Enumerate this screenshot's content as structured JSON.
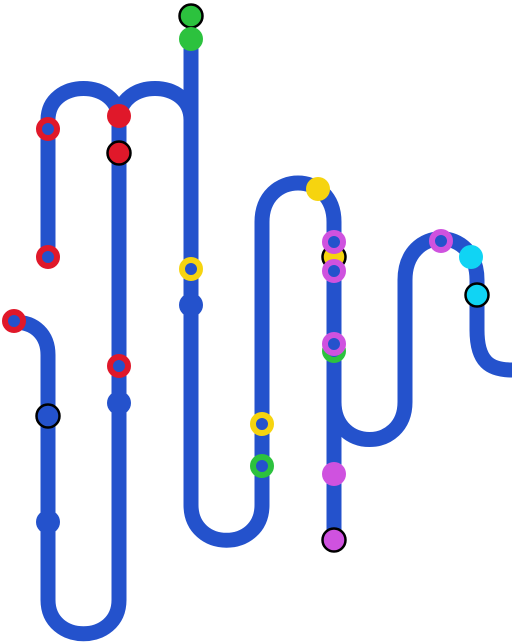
{
  "colors": {
    "background": "#ffffff",
    "route": "#2452cc",
    "outline": "#000000",
    "red": "#e0182a",
    "green": "#2cc23e",
    "yellow": "#f6d40f",
    "purple": "#cf52df",
    "cyan": "#10d4f4",
    "blue": "#2452cc"
  },
  "route": {
    "name": "blue-route"
  },
  "markers": [
    {
      "name": "marker-green-solid-outlined-top",
      "color": "green",
      "style": "solid-outlined"
    },
    {
      "name": "marker-green-solid-top",
      "color": "green",
      "style": "solid"
    },
    {
      "name": "marker-red-ring-left-upper",
      "color": "red",
      "style": "ring"
    },
    {
      "name": "marker-red-ring-left-lower",
      "color": "red",
      "style": "ring"
    },
    {
      "name": "marker-red-solid-middle",
      "color": "red",
      "style": "solid"
    },
    {
      "name": "marker-red-solid-outlined-middle",
      "color": "red",
      "style": "solid-outlined"
    },
    {
      "name": "marker-yellow-ring-upper",
      "color": "yellow",
      "style": "ring"
    },
    {
      "name": "marker-blue-dot-upper",
      "color": "blue",
      "style": "solid"
    },
    {
      "name": "marker-red-ring-entry",
      "color": "red",
      "style": "ring"
    },
    {
      "name": "marker-red-ring-middle-lower",
      "color": "red",
      "style": "ring"
    },
    {
      "name": "marker-blue-dot-middle",
      "color": "blue",
      "style": "solid"
    },
    {
      "name": "marker-blue-solid-outlined",
      "color": "blue",
      "style": "solid-outlined"
    },
    {
      "name": "marker-blue-dot-lower",
      "color": "blue",
      "style": "solid"
    },
    {
      "name": "marker-yellow-ring-lower",
      "color": "yellow",
      "style": "ring"
    },
    {
      "name": "marker-green-ring-lower",
      "color": "green",
      "style": "ring"
    },
    {
      "name": "marker-yellow-solid-curve",
      "color": "yellow",
      "style": "solid"
    },
    {
      "name": "marker-yellow-solid-outlined-stack",
      "color": "yellow",
      "style": "solid-outlined"
    },
    {
      "name": "marker-purple-ring-stack-top",
      "color": "purple",
      "style": "ring"
    },
    {
      "name": "marker-purple-ring-stack-bottom",
      "color": "purple",
      "style": "ring"
    },
    {
      "name": "marker-green-ring-stack-lower",
      "color": "green",
      "style": "ring"
    },
    {
      "name": "marker-purple-ring-stack-lower",
      "color": "purple",
      "style": "ring"
    },
    {
      "name": "marker-purple-solid-lower",
      "color": "purple",
      "style": "solid"
    },
    {
      "name": "marker-purple-solid-outlined-end",
      "color": "purple",
      "style": "solid-outlined"
    },
    {
      "name": "marker-purple-ring-right",
      "color": "purple",
      "style": "ring"
    },
    {
      "name": "marker-cyan-solid-right",
      "color": "cyan",
      "style": "solid"
    },
    {
      "name": "marker-cyan-solid-outlined-right",
      "color": "cyan",
      "style": "solid-outlined"
    }
  ]
}
